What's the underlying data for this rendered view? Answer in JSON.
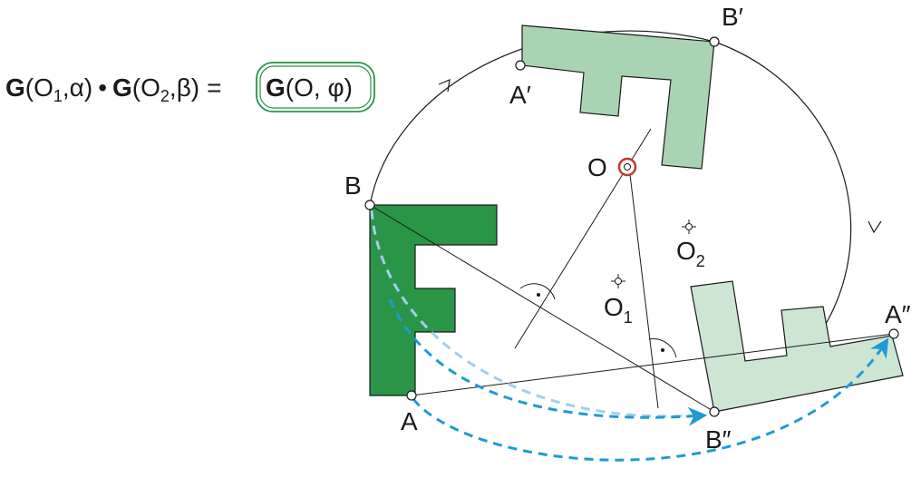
{
  "formula": {
    "left": {
      "op": "G",
      "args_open": "(O",
      "sub1": "1",
      "sep1": ",α)",
      "dot": "•",
      "op2": "G",
      "args2_open": "(O",
      "sub2": "2",
      "sep2": ",β)",
      "eq": "="
    },
    "result": {
      "op": "G",
      "args": "(O, φ)"
    }
  },
  "labels": {
    "A": "A",
    "B": "B",
    "A_prime": "A′",
    "B_prime": "B′",
    "A_dprime": "A″",
    "B_dprime": "B″",
    "O": "O",
    "O1": "O",
    "O1_sub": "1",
    "O2": "O",
    "O2_sub": "2"
  },
  "colors": {
    "figure_original": "#2a9447",
    "figure_image1": "#a9d4b4",
    "figure_image2": "#cde6d3",
    "center_marker": "#c0392b",
    "arc_arrows": "#1f9ad6",
    "formula_box": "#2a9447",
    "lines": "#1a1a1a"
  }
}
